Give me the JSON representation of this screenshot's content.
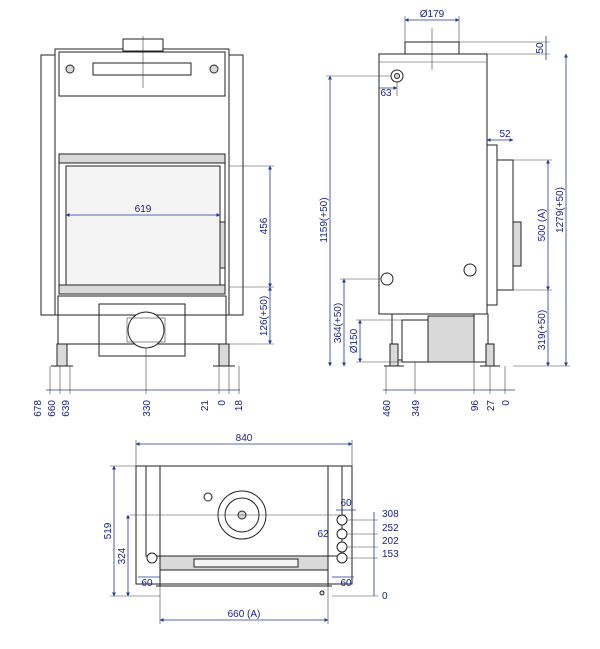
{
  "front_view": {
    "width_dims": [
      "678",
      "660",
      "639",
      "330",
      "21",
      "0",
      "18"
    ],
    "glass_width": "619",
    "glass_height": "456",
    "lower_height": "126(+50)"
  },
  "side_view": {
    "flue_dia": "Ø179",
    "top_offset": "50",
    "flue_offset": "63",
    "frame_depth": "52",
    "total_height": "1159(+50)",
    "frame_total": "1279(+50)",
    "door_height": "500 (A)",
    "outlet_height": "364(+50)",
    "outlet_dia": "Ø150",
    "base_height": "319(+50)",
    "depth_dims": [
      "460",
      "349",
      "96",
      "27",
      "0"
    ]
  },
  "plan_view": {
    "total_width": "840",
    "total_depth": "519",
    "center_depth": "324",
    "right_dims": [
      "308",
      "252",
      "202",
      "153",
      "0"
    ],
    "small_dims": [
      "60",
      "62",
      "60",
      "60"
    ],
    "bottom_width": "660 (A)"
  }
}
